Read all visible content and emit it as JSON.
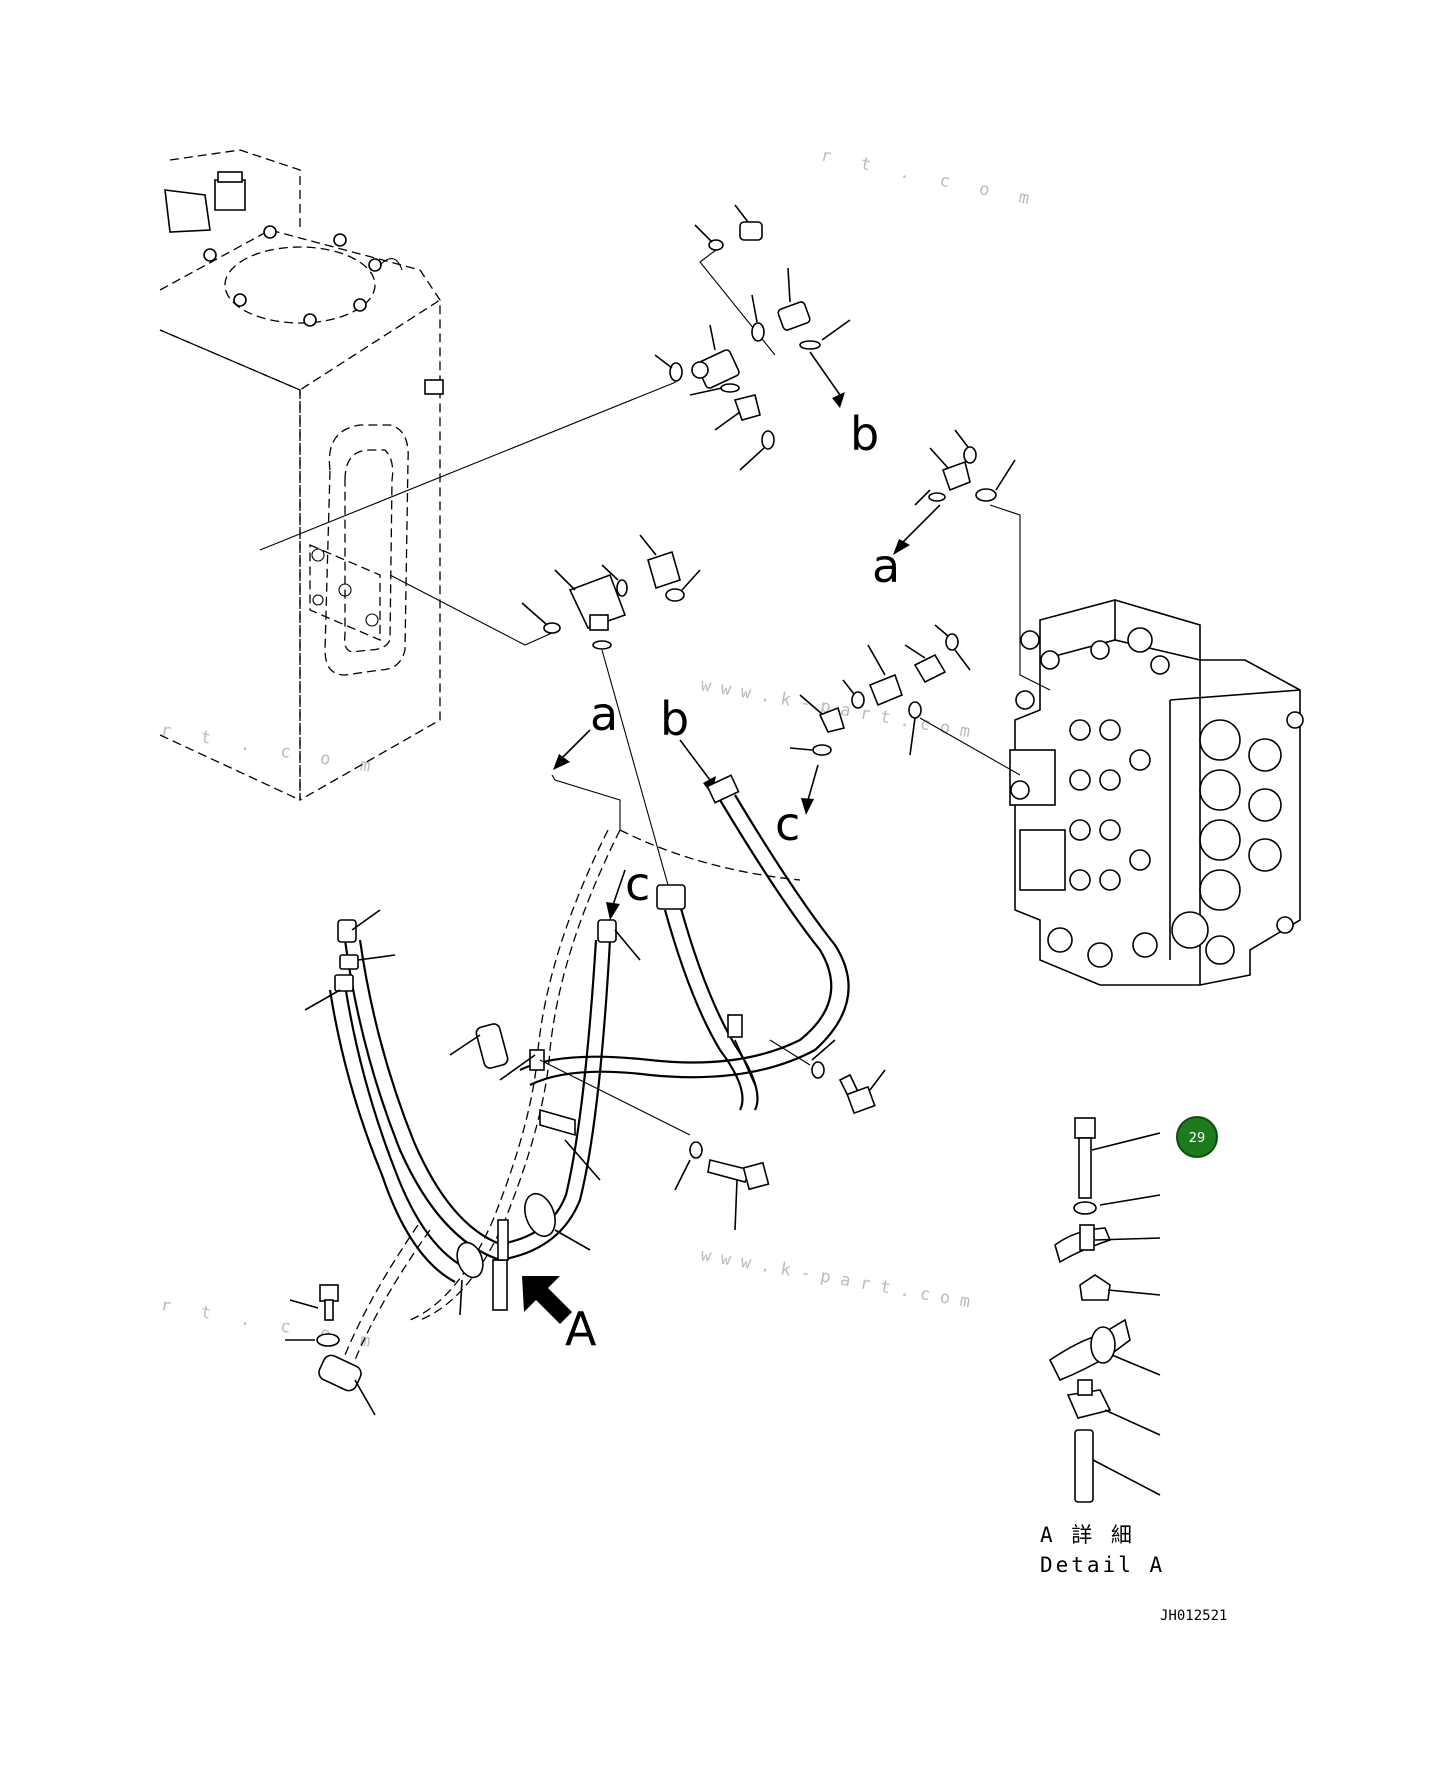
{
  "labels": {
    "b_top": "b",
    "a_right": "a",
    "a_center": "a",
    "b_center": "b",
    "c_right": "c",
    "c_hose": "c",
    "A_main": "A"
  },
  "detail": {
    "jp": "A 詳 細",
    "en": "Detail A"
  },
  "drawing_code": "JH012521",
  "badge": {
    "number": "29",
    "color": "#1d7a1d"
  },
  "watermark": "www.k-part.com"
}
